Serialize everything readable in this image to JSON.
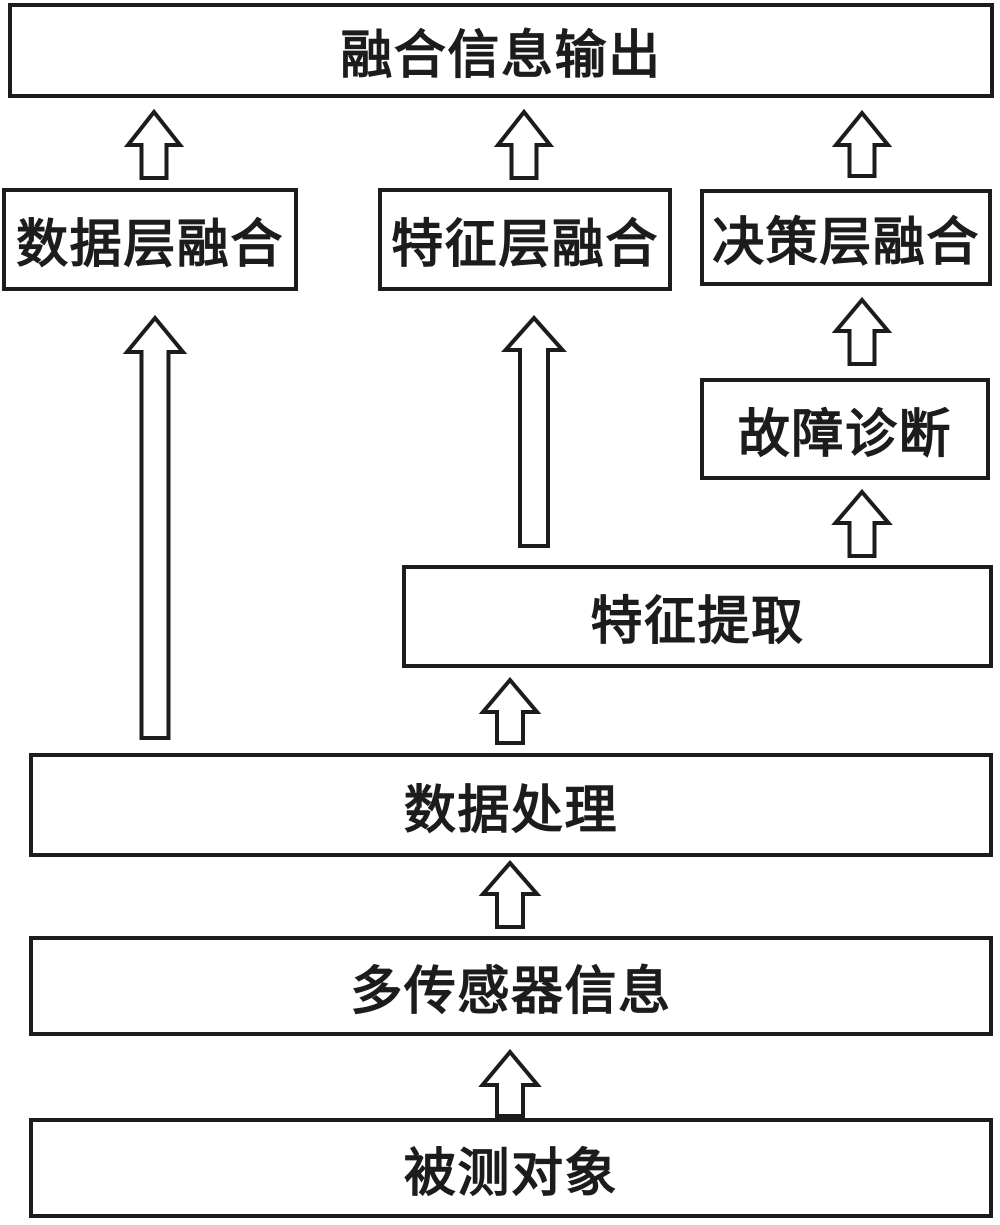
{
  "diagram": {
    "description": "multi-sensor information fusion architecture flowchart",
    "colors": {
      "stroke": "#1c1c1c",
      "background": "#ffffff",
      "text": "#1c1c1c"
    },
    "arrow_icon": "up-arrow",
    "nodes": {
      "output": {
        "label": "融合信息输出"
      },
      "data_fusion": {
        "label": "数据层融合"
      },
      "feature_fusion": {
        "label": "特征层融合"
      },
      "decision_fusion": {
        "label": "决策层融合"
      },
      "fault_diagnosis": {
        "label": "故障诊断"
      },
      "feature_extraction": {
        "label": "特征提取"
      },
      "data_processing": {
        "label": "数据处理"
      },
      "multi_sensor": {
        "label": "多传感器信息"
      },
      "measured_object": {
        "label": "被测对象"
      }
    },
    "edges": [
      {
        "from": "data_fusion",
        "to": "output"
      },
      {
        "from": "feature_fusion",
        "to": "output"
      },
      {
        "from": "decision_fusion",
        "to": "output"
      },
      {
        "from": "data_processing",
        "to": "data_fusion"
      },
      {
        "from": "feature_extraction",
        "to": "feature_fusion"
      },
      {
        "from": "fault_diagnosis",
        "to": "decision_fusion"
      },
      {
        "from": "feature_extraction",
        "to": "fault_diagnosis"
      },
      {
        "from": "data_processing",
        "to": "feature_extraction"
      },
      {
        "from": "multi_sensor",
        "to": "data_processing"
      },
      {
        "from": "measured_object",
        "to": "multi_sensor"
      }
    ]
  }
}
